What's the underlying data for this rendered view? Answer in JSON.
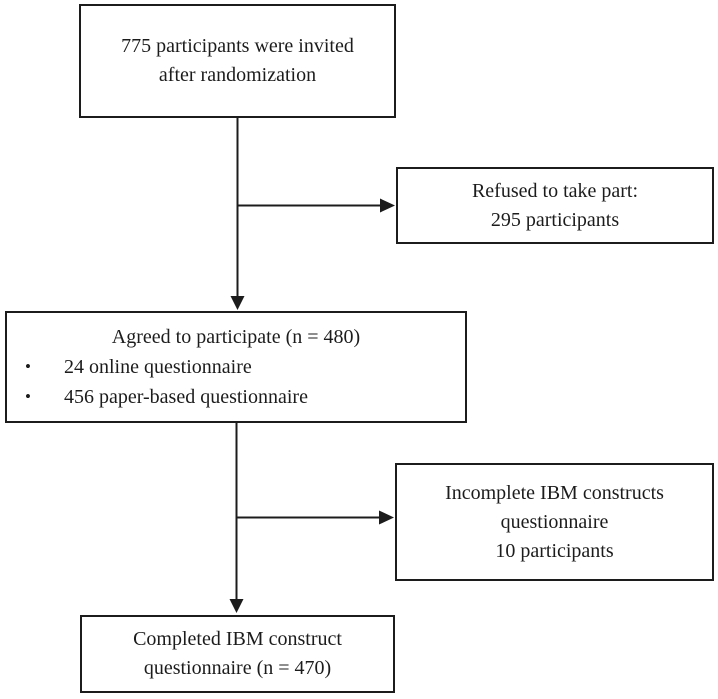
{
  "boxes": {
    "invited": {
      "lines": [
        "775 participants were invited",
        "after randomization"
      ]
    },
    "refused": {
      "lines": [
        "Refused to take part:",
        "295 participants"
      ]
    },
    "agreed": {
      "title": "Agreed to participate (n = 480)",
      "bullet_char": "•",
      "bullets": [
        "24 online questionnaire",
        "456 paper-based questionnaire"
      ]
    },
    "incomplete": {
      "lines": [
        "Incomplete IBM constructs",
        "questionnaire",
        "10 participants"
      ]
    },
    "completed": {
      "lines": [
        "Completed IBM construct",
        "questionnaire (n = 470)"
      ]
    }
  },
  "colors": {
    "border": "#1c1c1c",
    "text": "#1c1c1c",
    "background": "#ffffff"
  }
}
